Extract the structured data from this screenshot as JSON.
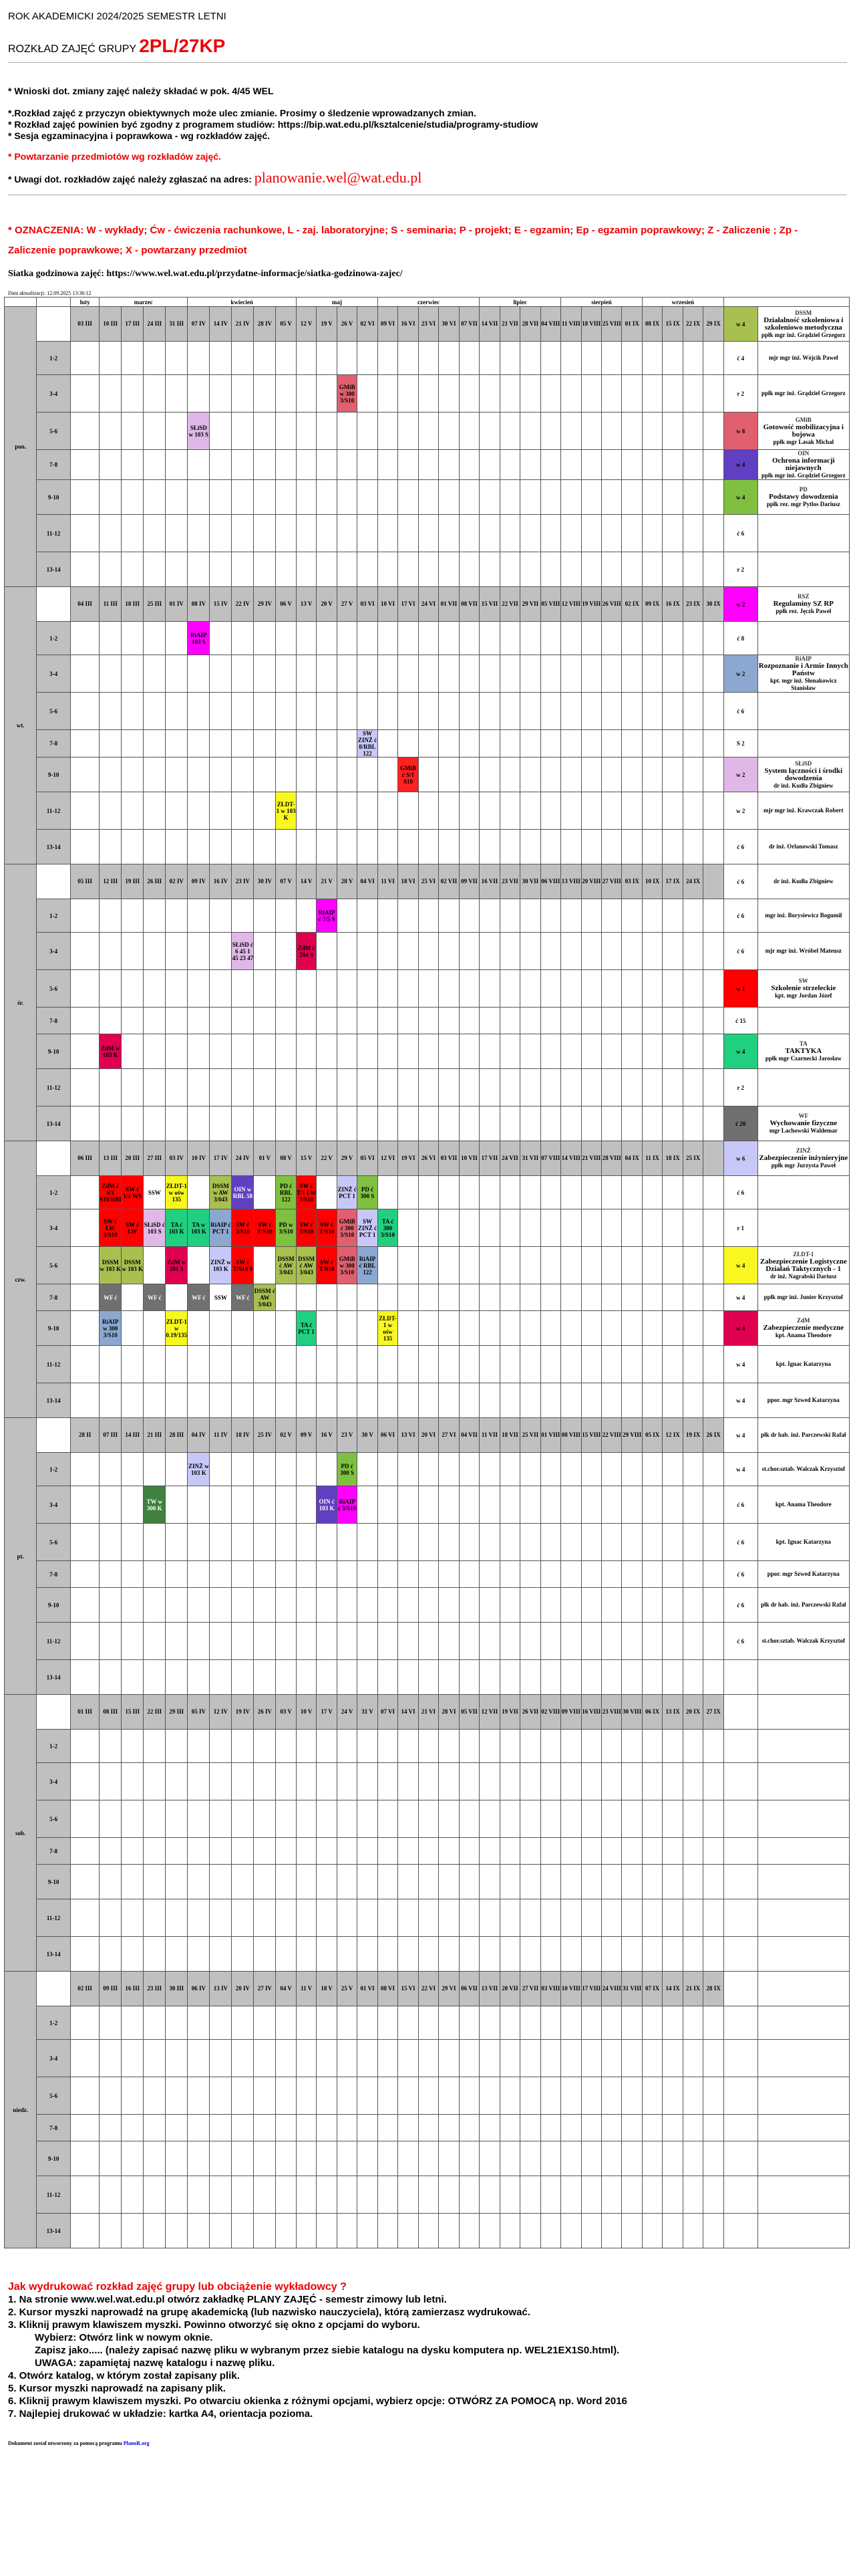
{
  "header": {
    "year_line": "ROK AKADEMICKI 2024/2025   SEMESTR LETNI",
    "plan_prefix": "ROZKŁAD ZAJĘĆ GRUPY ",
    "group": "2PL/27KP"
  },
  "notes": {
    "n1": "* Wnioski dot. zmiany zajęć należy składać w pok. 4/45 WEL",
    "n2": "*.Rozkład zajęć z przyczyn obiektywnych może ulec zmianie. Prosimy o śledzenie wprowadzanych zmian.",
    "n3": "* Rozkład zajęć powinien być zgodny z programem studiów: https://bip.wat.edu.pl/ksztalcenie/studia/programy-studiow",
    "n4": "* Sesja egzaminacyjna i poprawkowa - wg rozkładów zajęć.",
    "n5": "* Powtarzanie przedmiotów wg rozkładów zajęć.",
    "n6": "* Uwagi dot. rozkładów zajęć należy zgłaszać na adres: ",
    "email": "planowanie.wel@wat.edu.pl",
    "legend": "* OZNACZENIA: W - wykłady; Ćw - ćwiczenia rachunkowe, L - zaj. laboratoryjne; S - seminaria; P - projekt; E - egzamin; Ep - egzamin poprawkowy; Z - Zaliczenie ; Zp - Zaliczenie poprawkowe; X - powtarzany przedmiot",
    "siatka": "Siatka godzinowa zajęć: https://www.wel.wat.edu.pl/przydatne-informacje/siatka-godzinowa-zajec/",
    "updated": "Data aktualizacji: 12.09.2025 13:36:12"
  },
  "months": [
    "luty",
    "marzec",
    "kwiecień",
    "maj",
    "czerwiec",
    "lipiec",
    "sierpień",
    "wrzesień"
  ],
  "slots": [
    "1-2",
    "3-4",
    "5-6",
    "7-8",
    "9-10",
    "11-12",
    "13-14"
  ],
  "days": [
    {
      "name": "pon.",
      "dates": [
        "03 III",
        "10 III",
        "17 III",
        "24 III",
        "31 III",
        "07 IV",
        "14 IV",
        "21 IV",
        "28 IV",
        "05 V",
        "12 V",
        "19 V",
        "26 V",
        "02 VI",
        "09 VI",
        "16 VI",
        "23 VI",
        "30 VI",
        "07 VII",
        "14 VII",
        "21 VII",
        "28 VII",
        "04 VIII",
        "11 VIII",
        "18 VIII",
        "25 VIII",
        "01 IX",
        "08 IX",
        "15 IX",
        "22 IX",
        "29 IX"
      ],
      "first_text": ""
    },
    {
      "name": "wt.",
      "dates": [
        "04 III",
        "11 III",
        "18 III",
        "25 III",
        "01 IV",
        "08 IV",
        "15 IV",
        "22 IV",
        "29 IV",
        "06 V",
        "13 V",
        "20 V",
        "27 V",
        "03 VI",
        "10 VI",
        "17 VI",
        "24 VI",
        "01 VII",
        "08 VII",
        "15 VII",
        "22 VII",
        "29 VII",
        "05 VIII",
        "12 VIII",
        "19 VIII",
        "26 VIII",
        "02 IX",
        "09 IX",
        "16 IX",
        "23 IX",
        "30 IX"
      ],
      "first_text": ""
    },
    {
      "name": "śr.",
      "dates": [
        "05 III",
        "12 III",
        "19 III",
        "26 III",
        "02 IV",
        "09 IV",
        "16 IV",
        "23 IV",
        "30 IV",
        "07 V",
        "14 V",
        "21 V",
        "28 V",
        "04 VI",
        "11 VI",
        "18 VI",
        "25 VI",
        "02 VII",
        "09 VII",
        "16 VII",
        "23 VII",
        "30 VII",
        "06 VIII",
        "13 VIII",
        "20 VIII",
        "27 VIII",
        "03 IX",
        "10 IX",
        "17 IX",
        "24 IX",
        ""
      ],
      "first_text": ""
    },
    {
      "name": "czw.",
      "dates": [
        "06 III",
        "13 III",
        "20 III",
        "27 III",
        "03 IV",
        "10 IV",
        "17 IV",
        "24 IV",
        "01 V",
        "08 V",
        "15 V",
        "22 V",
        "29 V",
        "05 VI",
        "12 VI",
        "19 VI",
        "26 VI",
        "03 VII",
        "10 VII",
        "17 VII",
        "24 VII",
        "31 VII",
        "07 VIII",
        "14 VIII",
        "21 VIII",
        "28 VIII",
        "04 IX",
        "11 IX",
        "18 IX",
        "25 IX",
        ""
      ],
      "first_text": ""
    },
    {
      "name": "pt.",
      "dates": [
        "28 II",
        "07 III",
        "14 III",
        "21 III",
        "28 III",
        "04 IV",
        "11 IV",
        "18 IV",
        "25 IV",
        "02 V",
        "09 V",
        "16 V",
        "23 V",
        "30 V",
        "06 VI",
        "13 VI",
        "20 VI",
        "27 VI",
        "04 VII",
        "11 VII",
        "18 VII",
        "25 VII",
        "01 VIII",
        "08 VIII",
        "15 VIII",
        "22 VIII",
        "29 VIII",
        "05 IX",
        "12 IX",
        "19 IX",
        "26 IX"
      ],
      "first_text": ""
    },
    {
      "name": "sob.",
      "dates": [
        "01 III",
        "08 III",
        "15 III",
        "22 III",
        "29 III",
        "05 IV",
        "12 IV",
        "19 IV",
        "26 IV",
        "03 V",
        "10 V",
        "17 V",
        "24 V",
        "31 V",
        "07 VI",
        "14 VI",
        "21 VI",
        "28 VI",
        "05 VII",
        "12 VII",
        "19 VII",
        "26 VII",
        "02 VIII",
        "09 VIII",
        "16 VIII",
        "23 VIII",
        "30 VIII",
        "06 IX",
        "13 IX",
        "20 IX",
        "27 IX"
      ],
      "first_text": ""
    },
    {
      "name": "niedz.",
      "dates": [
        "02 III",
        "09 III",
        "16 III",
        "23 III",
        "30 III",
        "06 IV",
        "13 IV",
        "20 IV",
        "27 IV",
        "04 V",
        "11 V",
        "18 V",
        "25 V",
        "01 VI",
        "08 VI",
        "15 VI",
        "22 VI",
        "29 VI",
        "06 VII",
        "13 VII",
        "20 VII",
        "27 VII",
        "03 VIII",
        "10 VIII",
        "17 VIII",
        "24 VIII",
        "31 VIII",
        "07 IX",
        "14 IX",
        "21 IX",
        "28 IX"
      ],
      "first_text": ""
    }
  ],
  "events": [
    {
      "d": 0,
      "s": 1,
      "c": 12,
      "t": "GMiB w 300 3/S10",
      "bg": "#e06070"
    },
    {
      "d": 0,
      "s": 2,
      "c": 5,
      "t": "SŁiSD w 103 S",
      "bg": "#e0b8e8"
    },
    {
      "d": 1,
      "s": 0,
      "c": 5,
      "t": "RiAIP 103 S",
      "bg": "#ff00ff"
    },
    {
      "d": 1,
      "s": 3,
      "c": 13,
      "t": "SW ZINŻ ć 8/RBL 122",
      "bg": "#c8c8f8"
    },
    {
      "d": 1,
      "s": 4,
      "c": 15,
      "t": "GMiB ć S/1 S10",
      "bg": "#ff2020"
    },
    {
      "d": 1,
      "s": 5,
      "c": 9,
      "t": "ZŁDT-1 w 103 K",
      "bg": "#f8f820"
    },
    {
      "d": 2,
      "s": 0,
      "c": 11,
      "t": "RiAIP ć 7/5 S",
      "bg": "#ff00ff"
    },
    {
      "d": 2,
      "s": 1,
      "c": 7,
      "t": "SŁiSD ć 6 45 1 45 23 47",
      "bg": "#e0b8e8"
    },
    {
      "d": 2,
      "s": 1,
      "c": 10,
      "t": "ZdM ć 204 S",
      "bg": "#e00050"
    },
    {
      "d": 2,
      "s": 4,
      "c": 1,
      "t": "ZdM w 103 K",
      "bg": "#e00050"
    },
    {
      "d": 3,
      "s": 0,
      "c": 1,
      "t": "ZdM ć S/1 S10/RBL",
      "bg": "#ff0000"
    },
    {
      "d": 3,
      "s": 0,
      "c": 2,
      "t": "SW ć 1/1 WS",
      "bg": "#ff0000"
    },
    {
      "d": 3,
      "s": 0,
      "c": 3,
      "t": "SSW",
      "bg": "#fff"
    },
    {
      "d": 3,
      "s": 0,
      "c": 4,
      "t": "ZŁDT-1 w ośw 135",
      "bg": "#f8f820"
    },
    {
      "d": 3,
      "s": 0,
      "c": 6,
      "t": "DSSM w AW 3/043",
      "bg": "#a8c050"
    },
    {
      "d": 3,
      "s": 0,
      "c": 7,
      "t": "OIN w RBL 58",
      "bg": "#6040c0"
    },
    {
      "d": 3,
      "s": 0,
      "c": 9,
      "t": "PD ć RBL 122",
      "bg": "#80c040"
    },
    {
      "d": 3,
      "s": 0,
      "c": 10,
      "t": "SW ć T/1 LW 3/S10",
      "bg": "#ff0000"
    },
    {
      "d": 3,
      "s": 0,
      "c": 12,
      "t": "ZINŻ ć PCT 1",
      "bg": "#c8c8f8"
    },
    {
      "d": 3,
      "s": 0,
      "c": 13,
      "t": "PD ć 300 S",
      "bg": "#80c040"
    },
    {
      "d": 3,
      "s": 1,
      "c": 1,
      "t": "SW ć LW 3/S10",
      "bg": "#ff0000"
    },
    {
      "d": 3,
      "s": 1,
      "c": 2,
      "t": "SW ć LW",
      "bg": "#ff0000"
    },
    {
      "d": 3,
      "s": 1,
      "c": 3,
      "t": "SŁiSD ć 103 S",
      "bg": "#e0b8e8"
    },
    {
      "d": 3,
      "s": 1,
      "c": 4,
      "t": "TA ć 103 K",
      "bg": "#20d080"
    },
    {
      "d": 3,
      "s": 1,
      "c": 5,
      "t": "TA w 103 K",
      "bg": "#20d080"
    },
    {
      "d": 3,
      "s": 1,
      "c": 6,
      "t": "RiAIP ć PCT 1",
      "bg": "#8ca8d0"
    },
    {
      "d": 3,
      "s": 1,
      "c": 7,
      "t": "SW ć 3/S10",
      "bg": "#ff0000"
    },
    {
      "d": 3,
      "s": 1,
      "c": 8,
      "t": "SW ć T/S10",
      "bg": "#ff0000"
    },
    {
      "d": 3,
      "s": 1,
      "c": 9,
      "t": "PD w 3/S10",
      "bg": "#80c040"
    },
    {
      "d": 3,
      "s": 1,
      "c": 10,
      "t": "SW ć 3/S10",
      "bg": "#ff0000"
    },
    {
      "d": 3,
      "s": 1,
      "c": 11,
      "t": "SW ć T/S10",
      "bg": "#ff0000"
    },
    {
      "d": 3,
      "s": 1,
      "c": 12,
      "t": "GMiB ć 300 3/S10",
      "bg": "#e06070"
    },
    {
      "d": 3,
      "s": 1,
      "c": 13,
      "t": "SW ZINŻ ć PCT 1",
      "bg": "#c8c8f8"
    },
    {
      "d": 3,
      "s": 1,
      "c": 14,
      "t": "TA ć 300 3/S10",
      "bg": "#20d080"
    },
    {
      "d": 3,
      "s": 2,
      "c": 1,
      "t": "DSSM w 103 K",
      "bg": "#a8c050"
    },
    {
      "d": 3,
      "s": 2,
      "c": 2,
      "t": "DSSM w 103 K",
      "bg": "#a8c050"
    },
    {
      "d": 3,
      "s": 2,
      "c": 4,
      "t": "ZdM w 201 S",
      "bg": "#e00050"
    },
    {
      "d": 3,
      "s": 2,
      "c": 6,
      "t": "ZINŻ w 103 K",
      "bg": "#c8c8f8"
    },
    {
      "d": 3,
      "s": 2,
      "c": 7,
      "t": "SW ć T/S10 S",
      "bg": "#ff0000"
    },
    {
      "d": 3,
      "s": 2,
      "c": 9,
      "t": "DSSM ć AW 3/043",
      "bg": "#a8c050"
    },
    {
      "d": 3,
      "s": 2,
      "c": 10,
      "t": "DSSM ć AW 3/043",
      "bg": "#a8c050"
    },
    {
      "d": 3,
      "s": 2,
      "c": 11,
      "t": "SW ć T/S10",
      "bg": "#ff0000"
    },
    {
      "d": 3,
      "s": 2,
      "c": 12,
      "t": "GMiB w 300 3/S10",
      "bg": "#e06070"
    },
    {
      "d": 3,
      "s": 2,
      "c": 13,
      "t": "RiAIP ć RBL 122",
      "bg": "#8ca8d0"
    },
    {
      "d": 3,
      "s": 3,
      "c": 1,
      "t": "WF ć",
      "bg": "#707070"
    },
    {
      "d": 3,
      "s": 3,
      "c": 3,
      "t": "WF ć",
      "bg": "#707070"
    },
    {
      "d": 3,
      "s": 3,
      "c": 5,
      "t": "WF ć",
      "bg": "#707070"
    },
    {
      "d": 3,
      "s": 3,
      "c": 6,
      "t": "SSW",
      "bg": "#fff"
    },
    {
      "d": 3,
      "s": 3,
      "c": 7,
      "t": "WF ć",
      "bg": "#707070"
    },
    {
      "d": 3,
      "s": 3,
      "c": 8,
      "t": "DSSM ć AW 3/043",
      "bg": "#a8c050"
    },
    {
      "d": 3,
      "s": 4,
      "c": 1,
      "t": "RiAIP w 300 3/S10",
      "bg": "#8ca8d0"
    },
    {
      "d": 3,
      "s": 4,
      "c": 4,
      "t": "ZŁDT-1 w 0.19/135",
      "bg": "#f8f820"
    },
    {
      "d": 3,
      "s": 4,
      "c": 10,
      "t": "TA ć PCT 1",
      "bg": "#20d080"
    },
    {
      "d": 3,
      "s": 4,
      "c": 14,
      "t": "ZŁDT-1 w ośw 135",
      "bg": "#f8f820"
    },
    {
      "d": 4,
      "s": 0,
      "c": 5,
      "t": "ZINŻ w 103 K",
      "bg": "#c8c8f8"
    },
    {
      "d": 4,
      "s": 0,
      "c": 12,
      "t": "PD ć 300 S",
      "bg": "#80c040"
    },
    {
      "d": 4,
      "s": 1,
      "c": 3,
      "t": "TW w 300 K",
      "bg": "#408040"
    },
    {
      "d": 4,
      "s": 1,
      "c": 11,
      "t": "OIN ć 103 K",
      "bg": "#6040c0"
    },
    {
      "d": 4,
      "s": 1,
      "c": 12,
      "t": "RiAIP ć 3/S10",
      "bg": "#ff00ff"
    }
  ],
  "subjects": [
    {
      "code": "DSSM",
      "name": "Działalność szkoleniowa i szkoleniowo metodyczna",
      "bg": "#a8c050",
      "rows": [
        {
          "lab": "w 4",
          "lect": "ppłk mgr inż. Grądziel Grzegorz"
        },
        {
          "lab": "ć 4",
          "lect": "mjr mgr inż. Wójcik Paweł"
        },
        {
          "lab": "r 2",
          "lect": "ppłk mgr inż. Grądziel Grzegorz"
        }
      ]
    },
    {
      "code": "GMiB",
      "name": "Gotowość mobilizacyjna i bojowa",
      "bg": "#e06070",
      "rows": [
        {
          "lab": "w 6",
          "lect": "ppłk mgr Lasak Michał"
        }
      ]
    },
    {
      "code": "OIN",
      "name": "Ochrona informacji niejawnych",
      "bg": "#6040c0",
      "rows": [
        {
          "lab": "w 4",
          "lect": "ppłk mgr inż. Grądziel Grzegorz"
        }
      ]
    },
    {
      "code": "PD",
      "name": "Podstawy dowodzenia",
      "bg": "#80c040",
      "rows": [
        {
          "lab": "w 4",
          "lect": "ppłk rez. mgr Pytlos Dariusz"
        },
        {
          "lab": "ć 6",
          "lect": ""
        },
        {
          "lab": "r 2",
          "lect": ""
        }
      ]
    },
    {
      "code": "RSZ",
      "name": "Regulaminy SZ RP",
      "bg": "#ff00ff",
      "rows": [
        {
          "lab": "w 2",
          "lect": "ppłk rez. Jęczk Paweł"
        },
        {
          "lab": "ć 8",
          "lect": ""
        }
      ]
    },
    {
      "code": "RiAIP",
      "name": "Rozpoznanie i Armie Innych Państw",
      "bg": "#8ca8d0",
      "rows": [
        {
          "lab": "w 2",
          "lect": "kpt. mgr inż. Słonakowicz Stanisław"
        },
        {
          "lab": "ć 6",
          "lect": ""
        },
        {
          "lab": "S 2",
          "lect": ""
        }
      ]
    },
    {
      "code": "SŁiSD",
      "name": "System łączności i środki dowodzenia",
      "bg": "#e0b8e8",
      "rows": [
        {
          "lab": "w 2",
          "lect": "dr inż. Kudła Zbigniew"
        },
        {
          "lab": "w 2",
          "lect": "mjr mgr inż. Krawczak Robert"
        },
        {
          "lab": "ć 6",
          "lect": "dr inż. Orlanowski Tomasz"
        },
        {
          "lab": "ć 6",
          "lect": "dr inż. Kudła Zbigniew"
        },
        {
          "lab": "ć 6",
          "lect": "mgr inż. Borysiewicz Bogumił"
        },
        {
          "lab": "ć 6",
          "lect": "mjr mgr inż. Wróbel Mateusz"
        }
      ]
    },
    {
      "code": "SW",
      "name": "Szkolenie strzeleckie",
      "bg": "#ff0000",
      "rows": [
        {
          "lab": "w 1",
          "lect": "kpt. mgr Jordan Józef"
        },
        {
          "lab": "ć 15",
          "lect": ""
        }
      ]
    },
    {
      "code": "TA",
      "name": "TAKTYKA",
      "bg": "#20d080",
      "rows": [
        {
          "lab": "w 4",
          "lect": "ppłk mgr Czarnecki Jarosław"
        },
        {
          "lab": "r 2",
          "lect": ""
        }
      ]
    },
    {
      "code": "WF",
      "name": "Wychowanie fizyczne",
      "bg": "#707070",
      "rows": [
        {
          "lab": "ć 20",
          "lect": "mgr Lachowski Waldemar"
        }
      ]
    },
    {
      "code": "ZINŻ",
      "name": "Zabezpieczenie inżynieryjne",
      "bg": "#c8c8f8",
      "rows": [
        {
          "lab": "w 6",
          "lect": "ppłk mgr Jurzysta Paweł"
        },
        {
          "lab": "ć 6",
          "lect": ""
        },
        {
          "lab": "r 1",
          "lect": ""
        }
      ]
    },
    {
      "code": "ZŁDT-1",
      "name": "Zabezpieczenie Logistyczne Działań Taktycznych - 1",
      "bg": "#f8f820",
      "rows": [
        {
          "lab": "w 4",
          "lect": "dr inż. Nagrabski Dariusz"
        },
        {
          "lab": "w 4",
          "lect": "ppłk mgr inż. Junier Krzysztof"
        }
      ]
    },
    {
      "code": "ZdM",
      "name": "Zabezpieczenie medyczne",
      "bg": "#e00050",
      "rows": [
        {
          "lab": "w 4",
          "lect": "kpt. Anama Theodore"
        },
        {
          "lab": "w 4",
          "lect": "kpt. Ignac Katarzyna"
        },
        {
          "lab": "w 4",
          "lect": "ppor. mgr Szwed Katarzyna"
        },
        {
          "lab": "w 4",
          "lect": "płk dr hab. inż. Parczewski Rafał"
        },
        {
          "lab": "w 4",
          "lect": "st.chor.sztab. Walczak Krzysztof"
        },
        {
          "lab": "ć 6",
          "lect": "kpt. Anama Theodore"
        },
        {
          "lab": "ć 6",
          "lect": "kpt. Ignac Katarzyna"
        },
        {
          "lab": "ć 6",
          "lect": "ppor. mgr Szwed Katarzyna"
        },
        {
          "lab": "ć 6",
          "lect": "płk dr hab. inż. Parczewski Rafał"
        },
        {
          "lab": "ć 6",
          "lect": "st.chor.sztab. Walczak Krzysztof"
        }
      ]
    }
  ],
  "footer": {
    "q": "Jak wydrukować rozkład zajęć grupy lub obciążenie wykładowcy ?",
    "s1": "1. Na stronie www.wel.wat.edu.pl otwórz zakładkę PLANY ZAJĘĆ - semestr zimowy lub letni.",
    "s2": "2. Kursor myszki naprowadź na grupę akademicką (lub nazwisko nauczyciela), którą zamierzasz wydrukować.",
    "s3": "3. Kliknij prawym klawiszem myszki. Powinno otworzyć się okno z opcjami do wyboru.",
    "s3a": "Wybierz: Otwórz link w nowym oknie.",
    "s3b": "Zapisz jako..... (należy zapisać nazwę pliku w wybranym przez siebie katalogu na dysku komputera np. WEL21EX1S0.html).",
    "s3c": "UWAGA: zapamiętaj nazwę katalogu i nazwę pliku.",
    "s4": "4. Otwórz katalog, w którym został zapisany plik.",
    "s5": "5. Kursor myszki naprowadź na zapisany plik.",
    "s6": "6. Kliknij prawym klawiszem myszki. Po otwarciu okienka z różnymi opcjami, wybierz opcje: OTWÓRZ ZA POMOCĄ np. Word 2016",
    "s7": "7. Najlepiej drukować w układzie: kartka A4, orientacja pozioma.",
    "gen": "Dokument został utworzony za pomocą programu ",
    "gen_link": "PlanoR.org"
  }
}
